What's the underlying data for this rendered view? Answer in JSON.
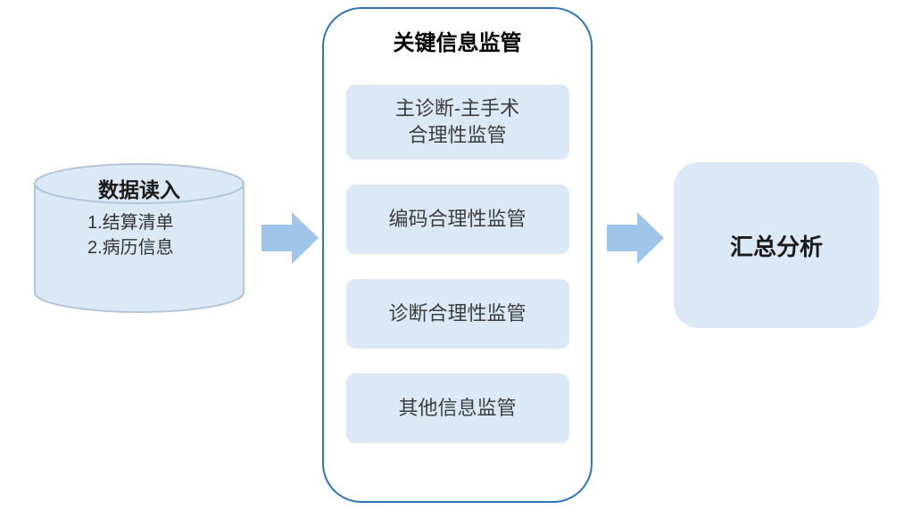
{
  "diagram": {
    "database": {
      "title": "数据读入",
      "items": [
        "1.结算清单",
        "2.病历信息"
      ]
    },
    "process": {
      "title": "关键信息监管",
      "steps": [
        "主诊断-主手术\n合理性监管",
        "编码合理性监管",
        "诊断合理性监管",
        "其他信息监管"
      ]
    },
    "result": {
      "title": "汇总分析"
    }
  },
  "colors": {
    "light_blue_fill": "#dbe8f6",
    "container_border": "#2e75b6",
    "arrow_blue": "#9fc5e8",
    "cylinder_stroke": "#b3c6d9"
  }
}
